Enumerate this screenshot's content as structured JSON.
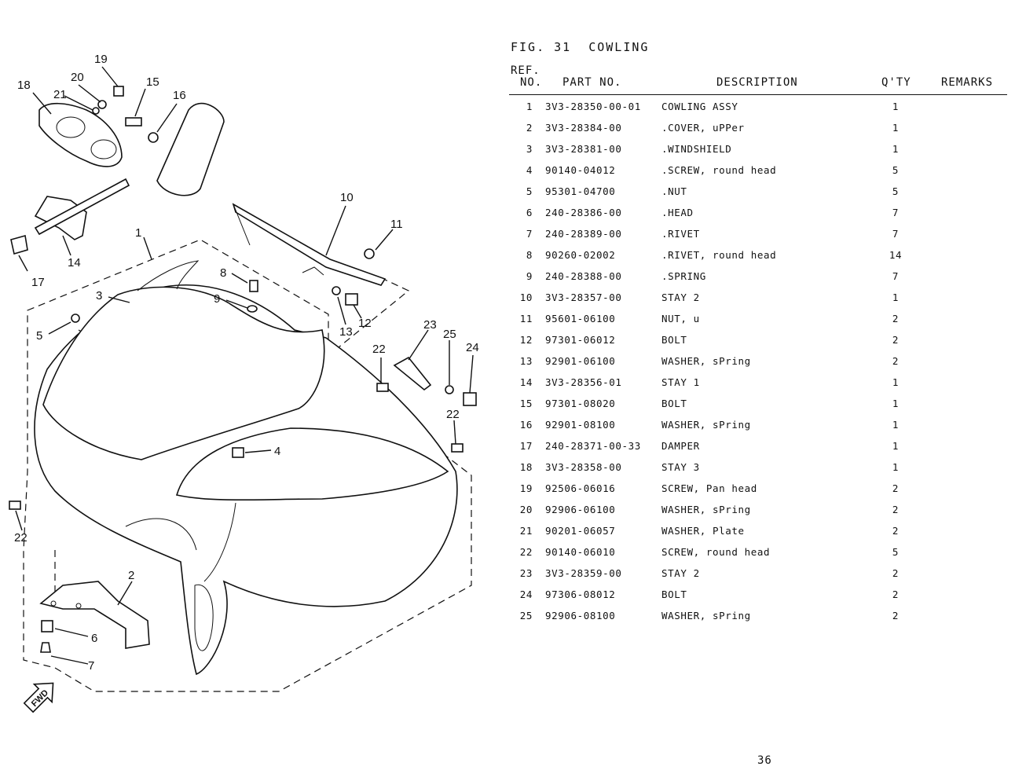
{
  "figure": {
    "label": "FIG. 31",
    "title": "COWLING"
  },
  "table": {
    "headers": {
      "ref_line1": "REF.",
      "ref_line2": "NO.",
      "part_no": "PART NO.",
      "description": "DESCRIPTION",
      "qty": "Q'TY",
      "remarks": "REMARKS"
    },
    "rows": [
      {
        "ref": "1",
        "part_no": "3V3-28350-00-01",
        "description": "COWLING ASSY",
        "qty": "1"
      },
      {
        "ref": "2",
        "part_no": "3V3-28384-00",
        "description": ".COVER, uPPer",
        "qty": "1"
      },
      {
        "ref": "3",
        "part_no": "3V3-28381-00",
        "description": ".WINDSHIELD",
        "qty": "1"
      },
      {
        "ref": "4",
        "part_no": "90140-04012",
        "description": ".SCREW, round head",
        "qty": "5"
      },
      {
        "ref": "5",
        "part_no": "95301-04700",
        "description": ".NUT",
        "qty": "5"
      },
      {
        "ref": "6",
        "part_no": "240-28386-00",
        "description": ".HEAD",
        "qty": "7"
      },
      {
        "ref": "7",
        "part_no": "240-28389-00",
        "description": ".RIVET",
        "qty": "7"
      },
      {
        "ref": "8",
        "part_no": "90260-02002",
        "description": ".RIVET, round head",
        "qty": "14"
      },
      {
        "ref": "9",
        "part_no": "240-28388-00",
        "description": ".SPRING",
        "qty": "7"
      },
      {
        "ref": "10",
        "part_no": "3V3-28357-00",
        "description": "STAY 2",
        "qty": "1"
      },
      {
        "ref": "11",
        "part_no": "95601-06100",
        "description": "NUT, u",
        "qty": "2"
      },
      {
        "ref": "12",
        "part_no": "97301-06012",
        "description": "BOLT",
        "qty": "2"
      },
      {
        "ref": "13",
        "part_no": "92901-06100",
        "description": "WASHER, sPring",
        "qty": "2"
      },
      {
        "ref": "14",
        "part_no": "3V3-28356-01",
        "description": "STAY 1",
        "qty": "1"
      },
      {
        "ref": "15",
        "part_no": "97301-08020",
        "description": "BOLT",
        "qty": "1"
      },
      {
        "ref": "16",
        "part_no": "92901-08100",
        "description": "WASHER, sPring",
        "qty": "1"
      },
      {
        "ref": "17",
        "part_no": "240-28371-00-33",
        "description": "DAMPER",
        "qty": "1"
      },
      {
        "ref": "18",
        "part_no": "3V3-28358-00",
        "description": "STAY 3",
        "qty": "1"
      },
      {
        "ref": "19",
        "part_no": "92506-06016",
        "description": "SCREW, Pan head",
        "qty": "2"
      },
      {
        "ref": "20",
        "part_no": "92906-06100",
        "description": "WASHER, sPring",
        "qty": "2"
      },
      {
        "ref": "21",
        "part_no": "90201-06057",
        "description": "WASHER, Plate",
        "qty": "2"
      },
      {
        "ref": "22",
        "part_no": "90140-06010",
        "description": "SCREW, round head",
        "qty": "5"
      },
      {
        "ref": "23",
        "part_no": "3V3-28359-00",
        "description": "STAY 2",
        "qty": "2"
      },
      {
        "ref": "24",
        "part_no": "97306-08012",
        "description": "BOLT",
        "qty": "2"
      },
      {
        "ref": "25",
        "part_no": "92906-08100",
        "description": "WASHER, sPring",
        "qty": "2"
      }
    ]
  },
  "diagram": {
    "callouts": {
      "c1": "1",
      "c2": "2",
      "c3": "3",
      "c4": "4",
      "c5": "5",
      "c6": "6",
      "c7": "7",
      "c8": "8",
      "c9": "9",
      "c10": "10",
      "c11": "11",
      "c12": "12",
      "c13": "13",
      "c14": "14",
      "c15": "15",
      "c16": "16",
      "c17": "17",
      "c18": "18",
      "c19": "19",
      "c20": "20",
      "c21": "21",
      "c22a": "22",
      "c22b": "22",
      "c22c": "22",
      "c23": "23",
      "c24": "24",
      "c25": "25"
    },
    "fwd_label": "FWD"
  },
  "page_number": "36"
}
